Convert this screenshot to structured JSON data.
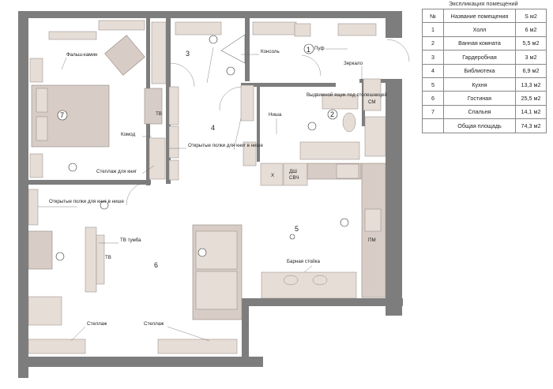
{
  "explication": {
    "title": "Экспликация помещений",
    "headers": [
      "№",
      "Название помещения",
      "S м2"
    ],
    "rows": [
      [
        "1",
        "Холл",
        "6 м2"
      ],
      [
        "2",
        "Ванная комната",
        "5,5 м2"
      ],
      [
        "3",
        "Гардеробная",
        "3 м2"
      ],
      [
        "4",
        "Библиотека",
        "6,9 м2"
      ],
      [
        "5",
        "Кухня",
        "13,3 м2"
      ],
      [
        "6",
        "Гостиная",
        "25,5 м2"
      ],
      [
        "7",
        "Спальня",
        "14,1 м2"
      ]
    ],
    "total": [
      "Общая площадь",
      "74,3 м2"
    ]
  },
  "rooms": {
    "r1": "1",
    "r2": "2",
    "r3": "3",
    "r4": "4",
    "r5": "5",
    "r6": "6",
    "r7": "7"
  },
  "labels": {
    "false_fireplace": "Фальш-камин",
    "console": "Консоль",
    "pouf": "Пуф",
    "mirror": "Зеркало",
    "tv_bedroom": "ТВ",
    "dresser": "Комод",
    "open_shelves_niche": "Открытые полки для книг в нише",
    "niche": "Ниша",
    "drawer_under_counter": "Выдвижной ящик под столешницей",
    "washer": "СМ",
    "bookshelf": "Стеллаж для книг",
    "fridge": "Х",
    "dishwasher": "ДШ",
    "microwave": "СВЧ",
    "open_shelves_niche_2": "Открытые полки для книг в нише",
    "tv_stand": "ТВ тумба",
    "tv_living": "ТВ",
    "oven": "ПМ",
    "bar_counter": "Барная стойка",
    "rack1": "Стеллаж",
    "rack2": "Стеллаж"
  }
}
